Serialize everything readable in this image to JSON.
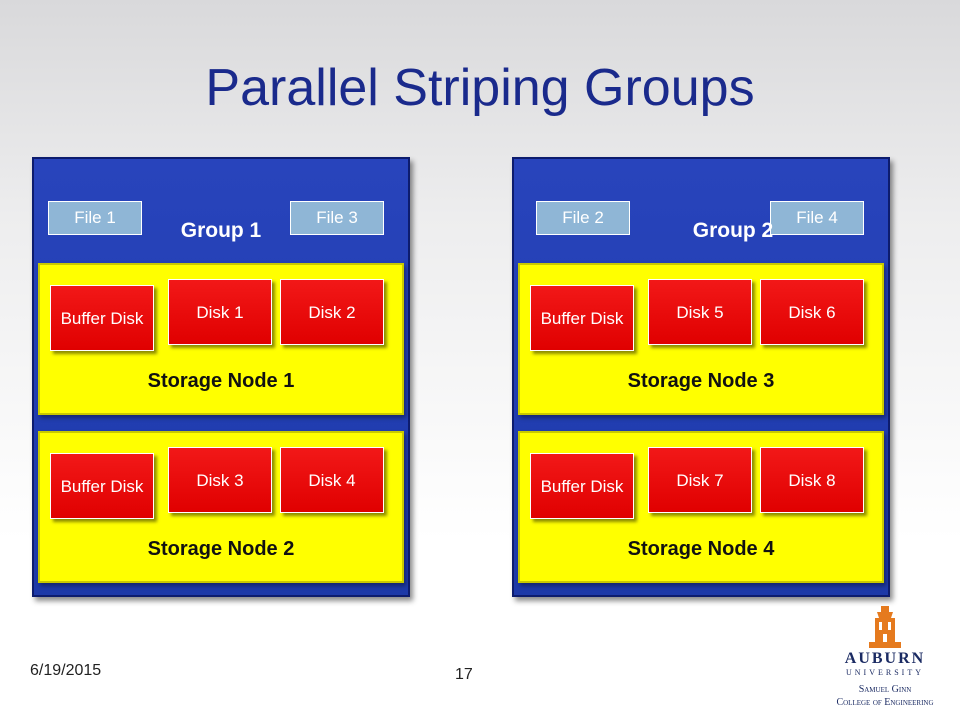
{
  "slide": {
    "title": "Parallel Striping Groups"
  },
  "groups": [
    {
      "label": "Group 1",
      "files": [
        "File 1",
        "File 3"
      ],
      "nodes": [
        {
          "label": "Storage Node 1",
          "disks": [
            "Buffer Disk",
            "Disk 1",
            "Disk 2"
          ]
        },
        {
          "label": "Storage Node 2",
          "disks": [
            "Buffer Disk",
            "Disk 3",
            "Disk 4"
          ]
        }
      ]
    },
    {
      "label": "Group 2",
      "files": [
        "File 2",
        "File 4"
      ],
      "nodes": [
        {
          "label": "Storage Node 3",
          "disks": [
            "Buffer Disk",
            "Disk 5",
            "Disk 6"
          ]
        },
        {
          "label": "Storage Node 4",
          "disks": [
            "Buffer Disk",
            "Disk 7",
            "Disk 8"
          ]
        }
      ]
    }
  ],
  "footer": {
    "date": "6/19/2015",
    "page": "17"
  },
  "logo": {
    "university": "AUBURN",
    "university_sub": "UNIVERSITY",
    "college_line1": "Samuel Ginn",
    "college_line2": "College of Engineering"
  },
  "colors": {
    "title": "#1a2a8c",
    "group_bg": "#2844bc",
    "node_bg": "#ffff00",
    "disk_bg": "#f21818",
    "file_bg": "#8fb6d6",
    "logo_orange": "#e57a1e"
  }
}
